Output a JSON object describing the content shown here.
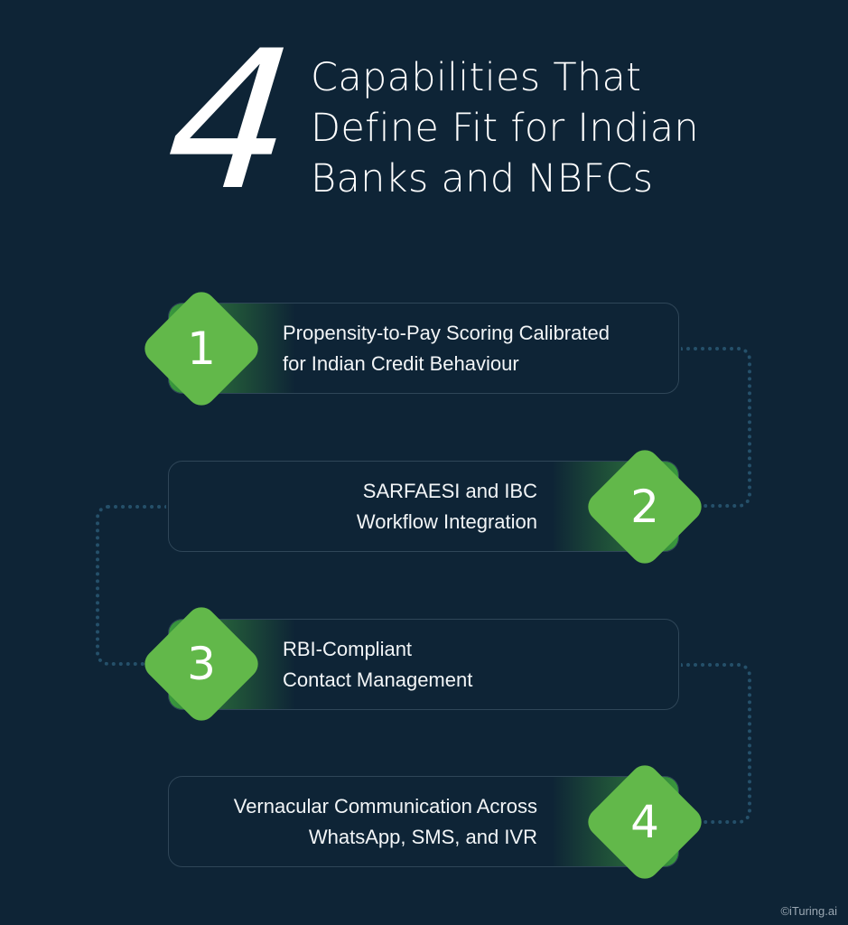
{
  "header": {
    "big_number": "4",
    "title_lines": [
      "Capabilities That",
      "Define Fit for Indian",
      "Banks and NBFCs"
    ]
  },
  "steps": [
    {
      "number": "1",
      "badge_side": "left",
      "lines": [
        "Propensity-to-Pay Scoring Calibrated",
        "for Indian Credit Behaviour"
      ]
    },
    {
      "number": "2",
      "badge_side": "right",
      "lines": [
        "SARFAESI and IBC",
        "Workflow Integration"
      ]
    },
    {
      "number": "3",
      "badge_side": "left",
      "lines": [
        "RBI-Compliant",
        "Contact Management"
      ]
    },
    {
      "number": "4",
      "badge_side": "right",
      "lines": [
        "Vernacular Communication Across",
        "WhatsApp, SMS, and IVR"
      ]
    }
  ],
  "footer": {
    "copyright": "©iTuring.ai"
  },
  "colors": {
    "background": "#0e2436",
    "badge_green": "#62b84a",
    "card_border": "#2f4658",
    "connector_dots": "#25506a",
    "text": "#ffffff"
  }
}
